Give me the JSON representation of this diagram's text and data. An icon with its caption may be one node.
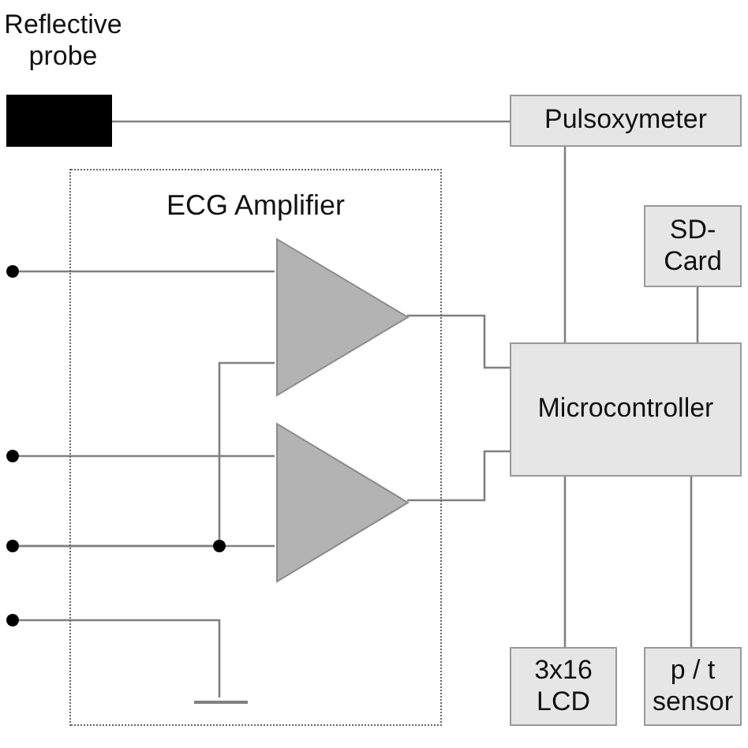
{
  "diagram": {
    "nodes": [
      {
        "text": [
          "Reflective probe"
        ]
      },
      {
        "text": [
          "Pulsoxymeter"
        ]
      },
      {
        "text": [
          "ECG Amplifier"
        ]
      },
      {
        "text": [],
        "shape": "triangle",
        "in": 2
      },
      {
        "text": [],
        "shape": "triangle",
        "in": 2
      },
      {
        "text": [
          "SD-Card"
        ]
      },
      {
        "text": [
          "Microcontroller"
        ]
      },
      {
        "text": [
          "3x16 LCD"
        ]
      },
      {
        "text": [
          "p / t sensor"
        ]
      },
      {
        "text": [],
        "shape": "circle"
      },
      {
        "text": [],
        "shape": "circle"
      },
      {
        "text": [],
        "shape": "circle"
      },
      {
        "text": [],
        "shape": "circle"
      },
      {
        "text": [],
        "shape": "ground",
        "in": 2
      }
    ],
    "edges": [
      {
        "from": 0,
        "to": 1,
        "arrow": "none"
      },
      {
        "from": 1,
        "to": 6,
        "arrow": "none"
      },
      {
        "from": 5,
        "to": 6,
        "arrow": "none"
      },
      {
        "from": 3,
        "to": 6,
        "arrow": "none"
      },
      {
        "from": 4,
        "to": 6,
        "arrow": "none"
      },
      {
        "from": 6,
        "to": 7,
        "arrow": "none"
      },
      {
        "from": 6,
        "to": 8,
        "arrow": "none"
      },
      {
        "from": 9,
        "to": 3,
        "arrow": "none"
      },
      {
        "from": 10,
        "to": 4,
        "arrow": "none"
      },
      {
        "from": 11,
        "to": 4,
        "arrow": "none"
      },
      {
        "from": 11,
        "to": 3,
        "arrow": "none"
      },
      {
        "from": 12,
        "to": 13,
        "arrow": "none"
      }
    ]
  }
}
